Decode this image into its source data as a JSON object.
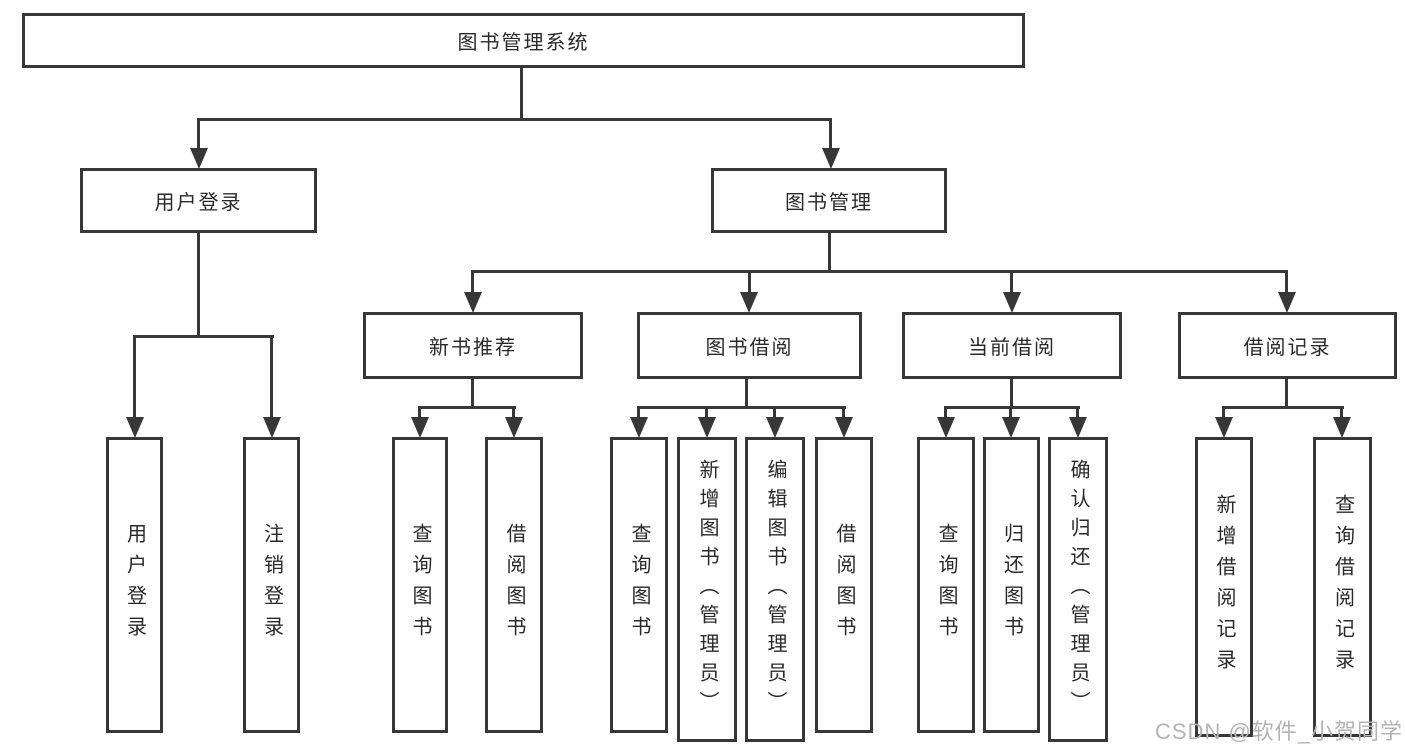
{
  "tree": {
    "label": "图书管理系统",
    "children": [
      {
        "label": "用户登录",
        "children": [
          {
            "label": "用户登录"
          },
          {
            "label": "注销登录"
          }
        ]
      },
      {
        "label": "图书管理",
        "children": [
          {
            "label": "新书推荐",
            "children": [
              {
                "label": "查询图书"
              },
              {
                "label": "借阅图书"
              }
            ]
          },
          {
            "label": "图书借阅",
            "children": [
              {
                "label": "查询图书"
              },
              {
                "label": "新增图书（管理员）"
              },
              {
                "label": "编辑图书（管理员）"
              },
              {
                "label": "借阅图书"
              }
            ]
          },
          {
            "label": "当前借阅",
            "children": [
              {
                "label": "查询图书"
              },
              {
                "label": "归还图书"
              },
              {
                "label": "确认归还（管理员）"
              }
            ]
          },
          {
            "label": "借阅记录",
            "children": [
              {
                "label": "新增借阅记录"
              },
              {
                "label": "查询借阅记录"
              }
            ]
          }
        ]
      }
    ]
  },
  "watermark": {
    "text": "CSDN @软件_小贺同学"
  },
  "colors": {
    "line": "#373737",
    "text": "#2a2a2a",
    "watermark": "#b4b4b4",
    "background": "#ffffff"
  }
}
